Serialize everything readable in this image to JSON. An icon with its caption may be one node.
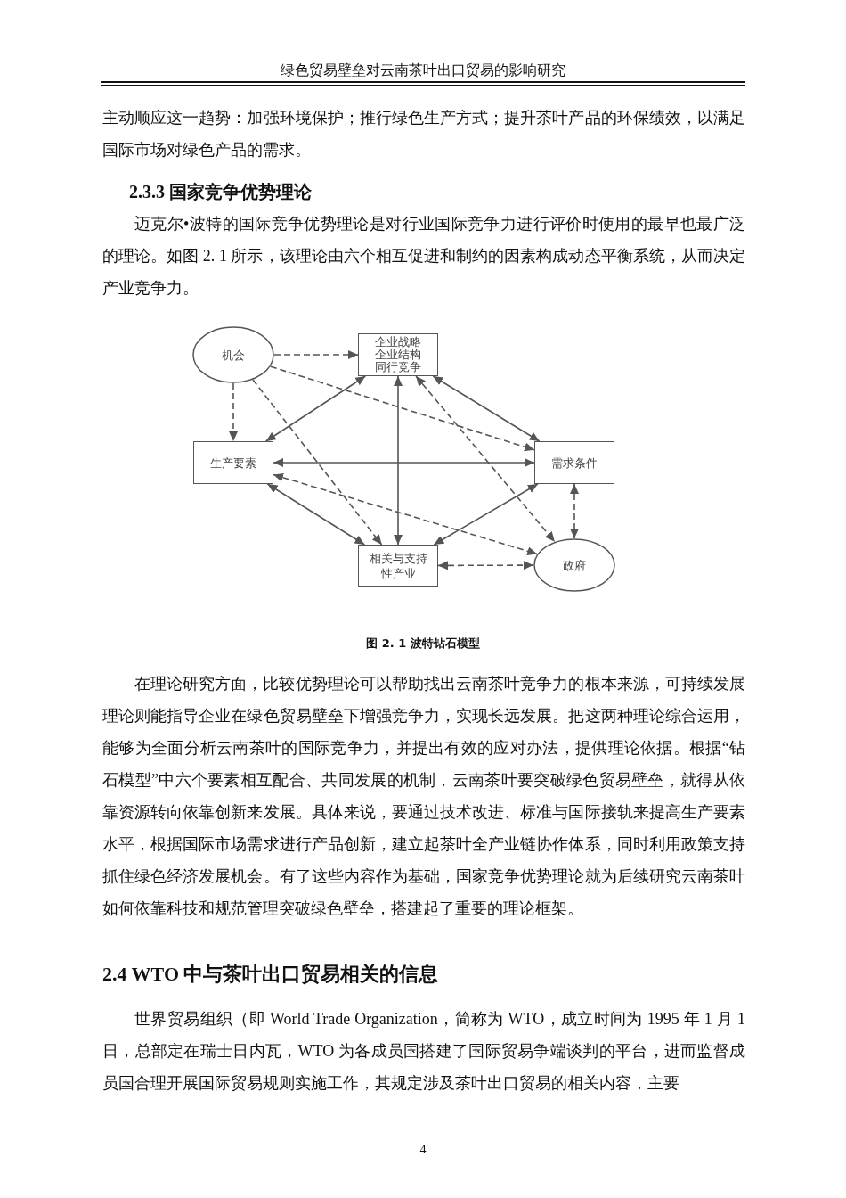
{
  "diagram": {
    "caption": "图 2. 1 波特钻石模型",
    "nodes": [
      {
        "text": [
          "机会"
        ]
      },
      {
        "text": [
          "企业战略企业结构同行竞争"
        ]
      },
      {
        "text": [
          "生产要素"
        ]
      },
      {
        "text": [
          "需求条件"
        ]
      },
      {
        "text": [
          "相关与支持性产业"
        ]
      },
      {
        "text": [
          "政府"
        ]
      }
    ],
    "edges": [
      {
        "from": 0,
        "to": 1,
        "arrow": "to",
        "style": "dashed"
      },
      {
        "from": 0,
        "to": 3,
        "arrow": "to",
        "style": "dashed"
      },
      {
        "from": 0,
        "to": 2,
        "arrow": "to",
        "style": "dashed"
      },
      {
        "from": 0,
        "to": 4,
        "arrow": "to",
        "style": "dashed"
      },
      {
        "from": 2,
        "to": 1,
        "arrow": "both"
      },
      {
        "from": 1,
        "to": 3,
        "arrow": "both"
      },
      {
        "from": 1,
        "to": 4,
        "arrow": "both"
      },
      {
        "from": 1,
        "to": 5,
        "arrow": "both",
        "style": "dashed"
      },
      {
        "from": 2,
        "to": 3,
        "arrow": "both"
      },
      {
        "from": 2,
        "to": 5,
        "arrow": "both",
        "style": "dashed"
      },
      {
        "from": 2,
        "to": 4,
        "arrow": "both"
      },
      {
        "from": 3,
        "to": 4,
        "arrow": "both"
      },
      {
        "from": 3,
        "to": 5,
        "arrow": "both",
        "style": "dashed"
      },
      {
        "from": 4,
        "to": 5,
        "arrow": "both",
        "style": "dashed"
      }
    ],
    "labels": [
      "绿色贸易壁垒对云南茶叶出口贸易的影响研究",
      "主动顺应这一趋势：加强环境保护；推行绿色生产方式；提升茶叶产品的环保绩效，以满足国际市场对绿色产品的需求。",
      "2.3.3 国家竞争优势理论",
      "迈克尔•波特的国际竞争优势理论是对行业国际竞争力进行评价时使用的最早也最广泛的理论。如图 2. 1 所示，该理论由六个相互促进和制约的因素构成动态平衡系统，从而决定产业竞争力。",
      "在理论研究方面，比较优势理论可以帮助找出云南茶叶竞争力的根本来源，可持续发展理论则能指导企业在绿色贸易壁垒下增强竞争力，实现长远发展。把这两种理论综合运用，能够为全面分析云南茶叶的国际竞争力，并提出有效的应对办法，提供理论依据。根据“钻石模型”中六个要素相互配合、共同发展的机制，云南茶叶要突破绿色贸易壁垒，就得从依靠资源转向依靠创新来发展。具体来说，要通过技术改进、标准与国际接轨来提高生产要素水平，根据国际市场需求进行产品创新，建立起茶叶全产业链协作体系，同时利用政策支持抓住绿色经济发展机会。有了这些内容作为基础，国家竞争优势理论就为后续研究云南茶叶如何依靠科技和规范管理突破绿色壁垒，搭建起了重要的理论框架。",
      "2.4 WTO 中与茶叶出口贸易相关的信息",
      "世界贸易组织（即 World Trade Organization，简称为 WTO，成立时间为 1995 年 1 月 1 日，总部定在瑞士日内瓦，WTO 为各成员国搭建了国际贸易争端谈判的平台，进而监督成员国合理开展国际贸易规则实施工作，其规定涉及茶叶出口贸易的相关内容，主要",
      "4"
    ]
  }
}
